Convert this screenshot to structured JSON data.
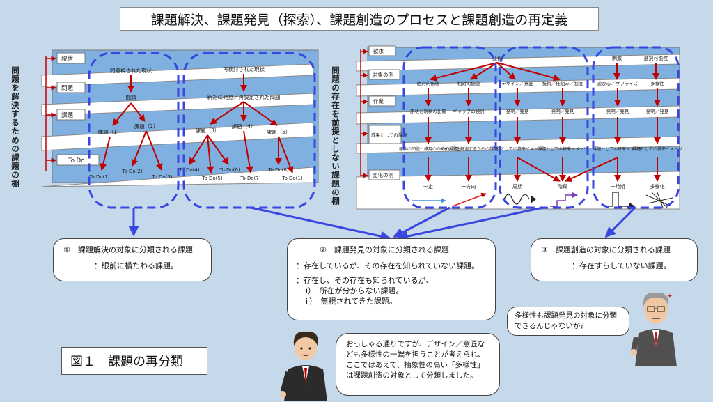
{
  "title": "課題解決、課題発見（探索）、課題創造のプロセスと課題創造の再定義",
  "left_diagram": {
    "side_label": "問題を解決するための課題の棚",
    "rows": [
      "現状",
      "問題",
      "課題",
      "To Do"
    ],
    "group1": {
      "top": "問題視された現状",
      "problem": "問題",
      "tasks": [
        "課題（1）",
        "課題（2）"
      ],
      "todos": [
        "To Do(1)",
        "To Do(2)",
        "To Do(3)"
      ]
    },
    "group2": {
      "top": "再検討された現状",
      "problem": "新たに発見／再設定された問題",
      "tasks": [
        "課題（3）",
        "課題（4）",
        "課題（5）"
      ],
      "todos": [
        "To Do(4)",
        "To Do(5)",
        "To Do(6)",
        "To Do(7)",
        "To Do(8)",
        "To Do(1)"
      ]
    }
  },
  "right_diagram": {
    "side_label": "問題の存在を前提としない課題の棚",
    "rows": [
      "欲求",
      "対象の例",
      "作業",
      "成果としての課題",
      "変化の例"
    ],
    "top_mid": "変化",
    "top_right": [
      "刺激",
      "選択可能性"
    ],
    "targets": [
      "絶対的価値",
      "相対的価値",
      "デザイン／意匠",
      "技術／仕組み／制度",
      "遊び心／サプライズ",
      "多様性"
    ],
    "works": [
      "原状と現状の比較",
      "ギャップの検討",
      "発明／発見",
      "発明／発見",
      "発明／発見",
      "発明／発見"
    ],
    "results": [
      "原状の回復と維持のための課題",
      "ギャップを解消するための課題",
      "課題としての将来イメージ",
      "課題としての将来イメージ",
      "課題としての将来イメージ",
      "課題としての将来イメージ"
    ],
    "changes": [
      "一定",
      "一方向",
      "周期",
      "階段",
      "一時期",
      "多様化"
    ]
  },
  "box1": {
    "heading": "①　課題解決の対象に分類される課題",
    "body": "：眼前に横たわる課題。"
  },
  "box2": {
    "heading": "②　課題発見の対象に分類される課題",
    "line1": "：存在しているが、その存在を知られていない課題。",
    "line2": "：存在し、その存在も知られているが、",
    "line3": "ⅰ）　所在が分からない課題。",
    "line4": "ⅱ）　無視されてきた課題。"
  },
  "box3": {
    "heading": "③　課題創造の対象に分類される課題",
    "body": "：存在すらしていない課題。"
  },
  "speech_right": "多様性も課題発見の対象に分類できるんじゃないか？",
  "speech_left": "おっしゃる通りですが、デザイン／意匠なども多様性の一端を担うことが考えられ、ここではあえて、抽象性の高い「多様性」は課題創造の対象として分類しました。",
  "figure_label": "図１　課題の再分類",
  "colors": {
    "arrow": "#c00000",
    "dash": "#3a46e0",
    "shelf": "#7fb0e0",
    "bg": "#c5d9ea"
  }
}
